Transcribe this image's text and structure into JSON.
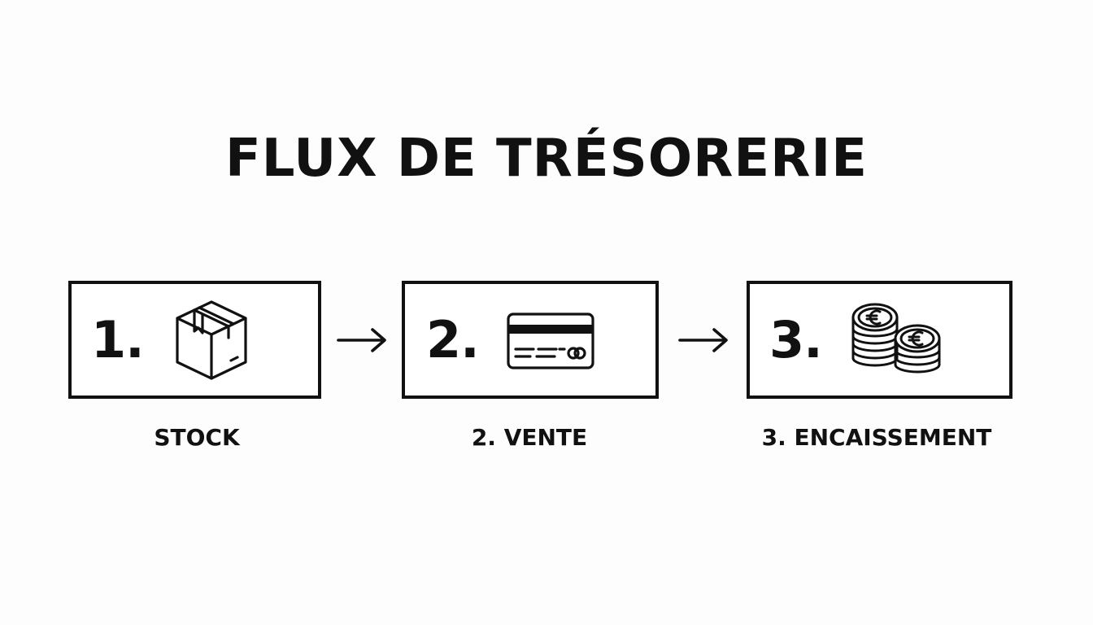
{
  "title": "FLUX DE TRÉSORERIE",
  "steps": [
    {
      "number": "1.",
      "icon": "package-box-icon",
      "label": "STOCK"
    },
    {
      "number": "2.",
      "icon": "credit-card-icon",
      "label": "2. VENTE"
    },
    {
      "number": "3.",
      "icon": "euro-coins-icon",
      "label": "3. ENCAISSEMENT"
    }
  ],
  "connectors": [
    "arrow-right-icon",
    "arrow-right-icon"
  ],
  "colors": {
    "background": "#fdfdfd",
    "ink": "#111111",
    "box_fill": "#ffffff"
  }
}
